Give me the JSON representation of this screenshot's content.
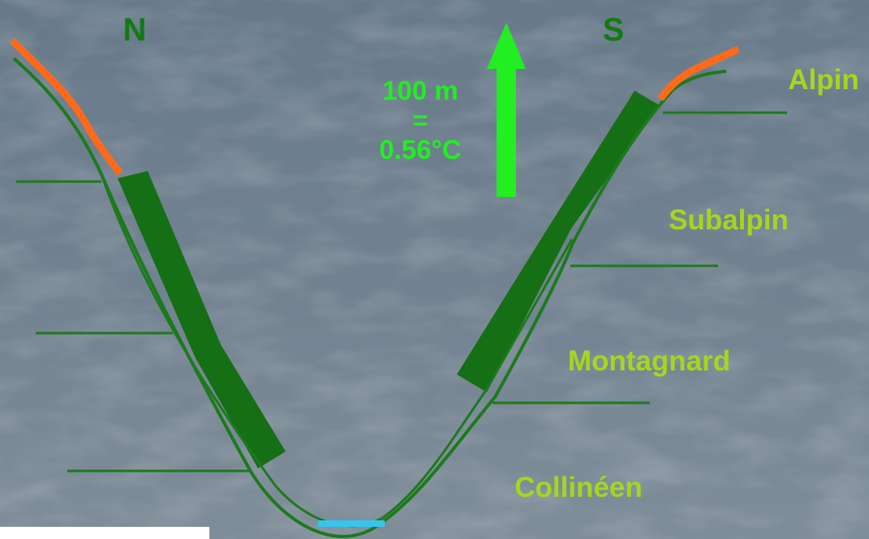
{
  "labels": {
    "north": "N",
    "south": "S",
    "gradient_line1": "100 m",
    "gradient_line2": "=",
    "gradient_line3": "0.56°C"
  },
  "zones": {
    "alpin": "Alpin",
    "subalpin": "Subalpin",
    "montagnard": "Montagnard",
    "collineen": "Collinéen"
  },
  "colors": {
    "background": "#6d7f8f",
    "slope_line": "#1c7a1c",
    "forest_band": "#156f15",
    "alpine_band": "#ff6a1a",
    "arrow": "#22ee22",
    "gradient_text": "#22ee22",
    "zone_text": "#a6d61e",
    "orientation_text": "#137a13",
    "river": "#33c6ee"
  }
}
